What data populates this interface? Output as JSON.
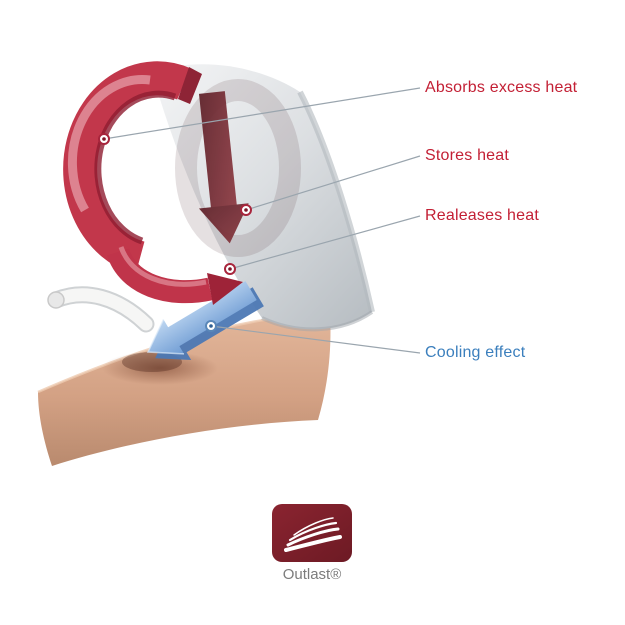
{
  "callouts": {
    "absorbs": {
      "label": "Absorbs excess heat",
      "color": "#c32035"
    },
    "stores": {
      "label": "Stores heat",
      "color": "#c32035"
    },
    "releases": {
      "label": "Realeases heat",
      "color": "#c32035"
    },
    "cooling": {
      "label": "Cooling effect",
      "color": "#3b7fbd"
    }
  },
  "logo": {
    "brand": "Outlast®"
  },
  "colors": {
    "heat_red": "#c32035",
    "cooling_blue": "#3b7fbd",
    "logo_maroon": "#7d2029",
    "callout_line": "#9aa5ae",
    "fabric_gray": "#d9dcdf",
    "skin_tone": "#d8ab8f"
  }
}
